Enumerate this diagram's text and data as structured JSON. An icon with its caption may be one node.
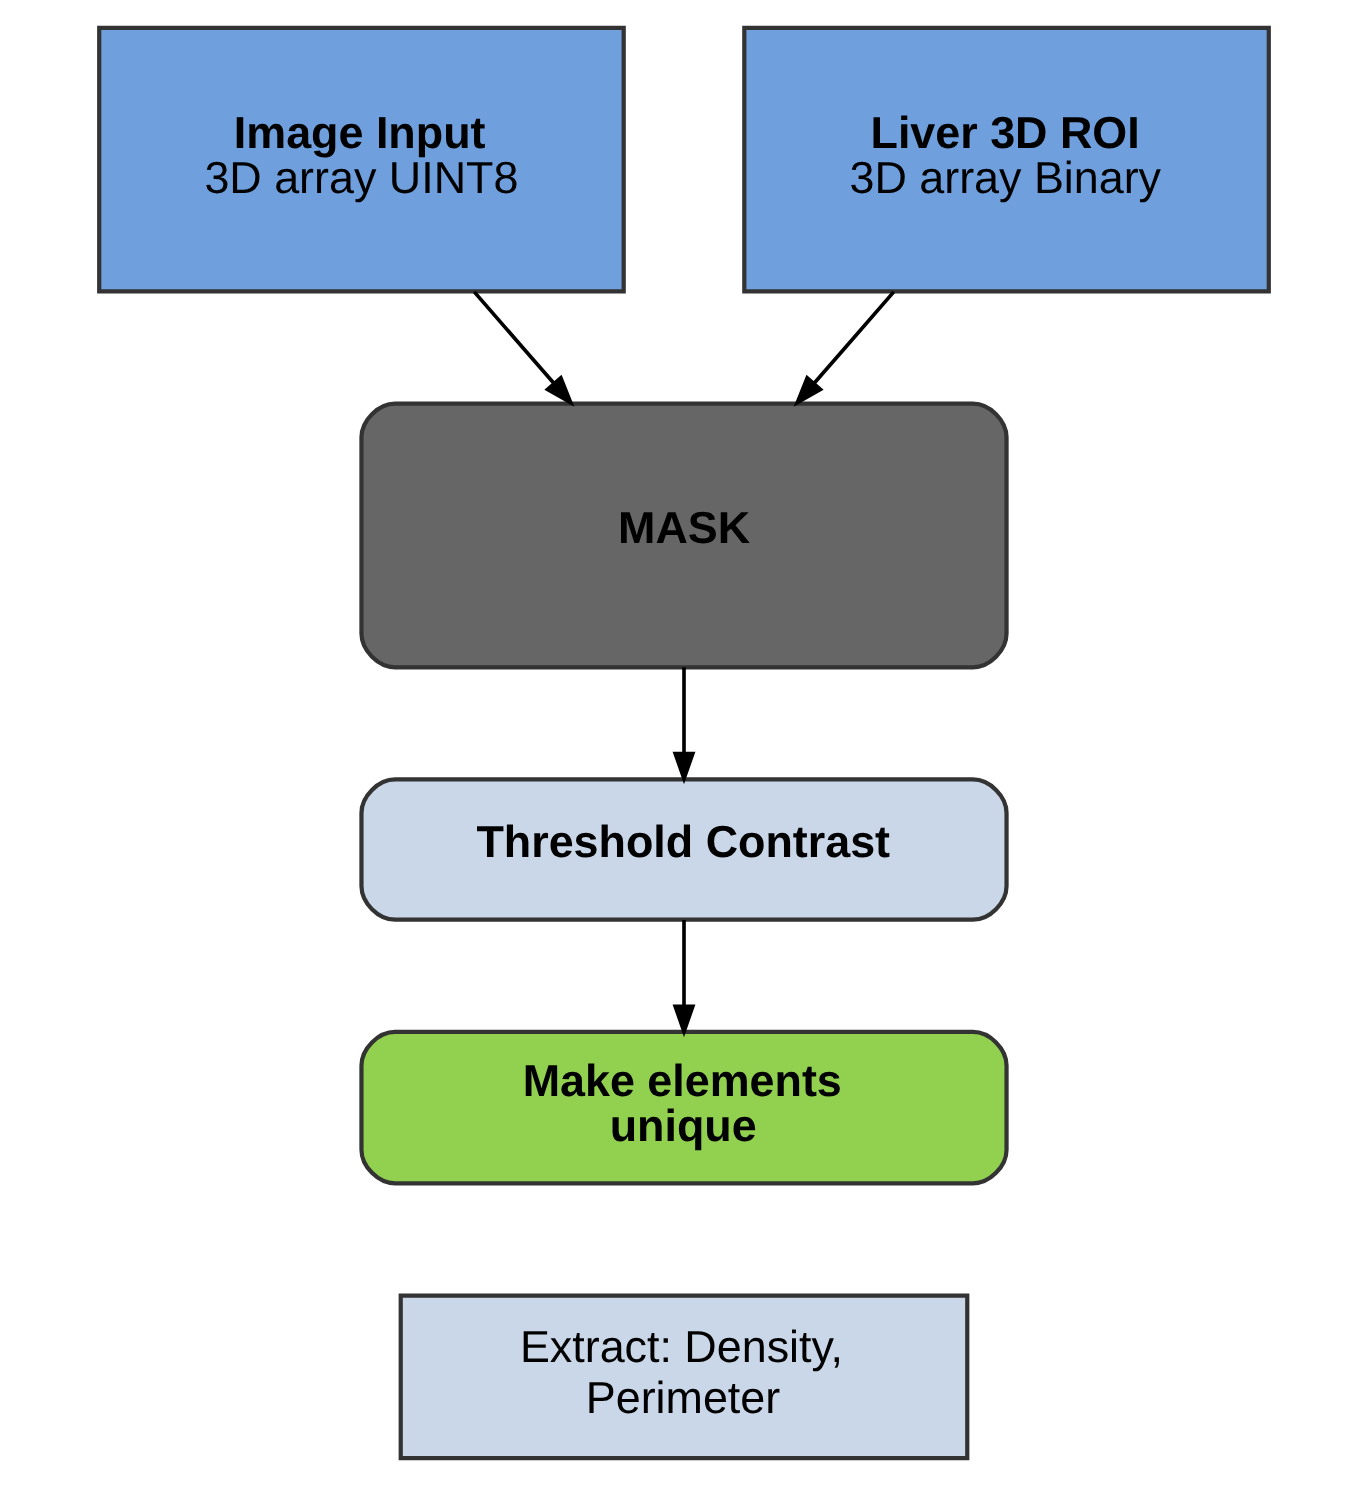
{
  "diagram": {
    "nodes": [
      {
        "text": [
          "Image Input",
          "3D array UINT8"
        ]
      },
      {
        "text": [
          "Liver 3D ROI",
          "3D array Binary"
        ]
      },
      {
        "text": [
          "MASK"
        ]
      },
      {
        "text": [
          "Threshold Contrast"
        ]
      },
      {
        "text": [
          "Make elements unique"
        ]
      },
      {
        "text": [
          "Extract: Density, Perimeter"
        ]
      }
    ],
    "edges": [
      {
        "from": 0,
        "to": 2,
        "arrow": "to"
      },
      {
        "from": 1,
        "to": 2,
        "arrow": "to"
      },
      {
        "from": 2,
        "to": 3,
        "arrow": "to"
      },
      {
        "from": 3,
        "to": 4,
        "arrow": "to"
      }
    ]
  }
}
